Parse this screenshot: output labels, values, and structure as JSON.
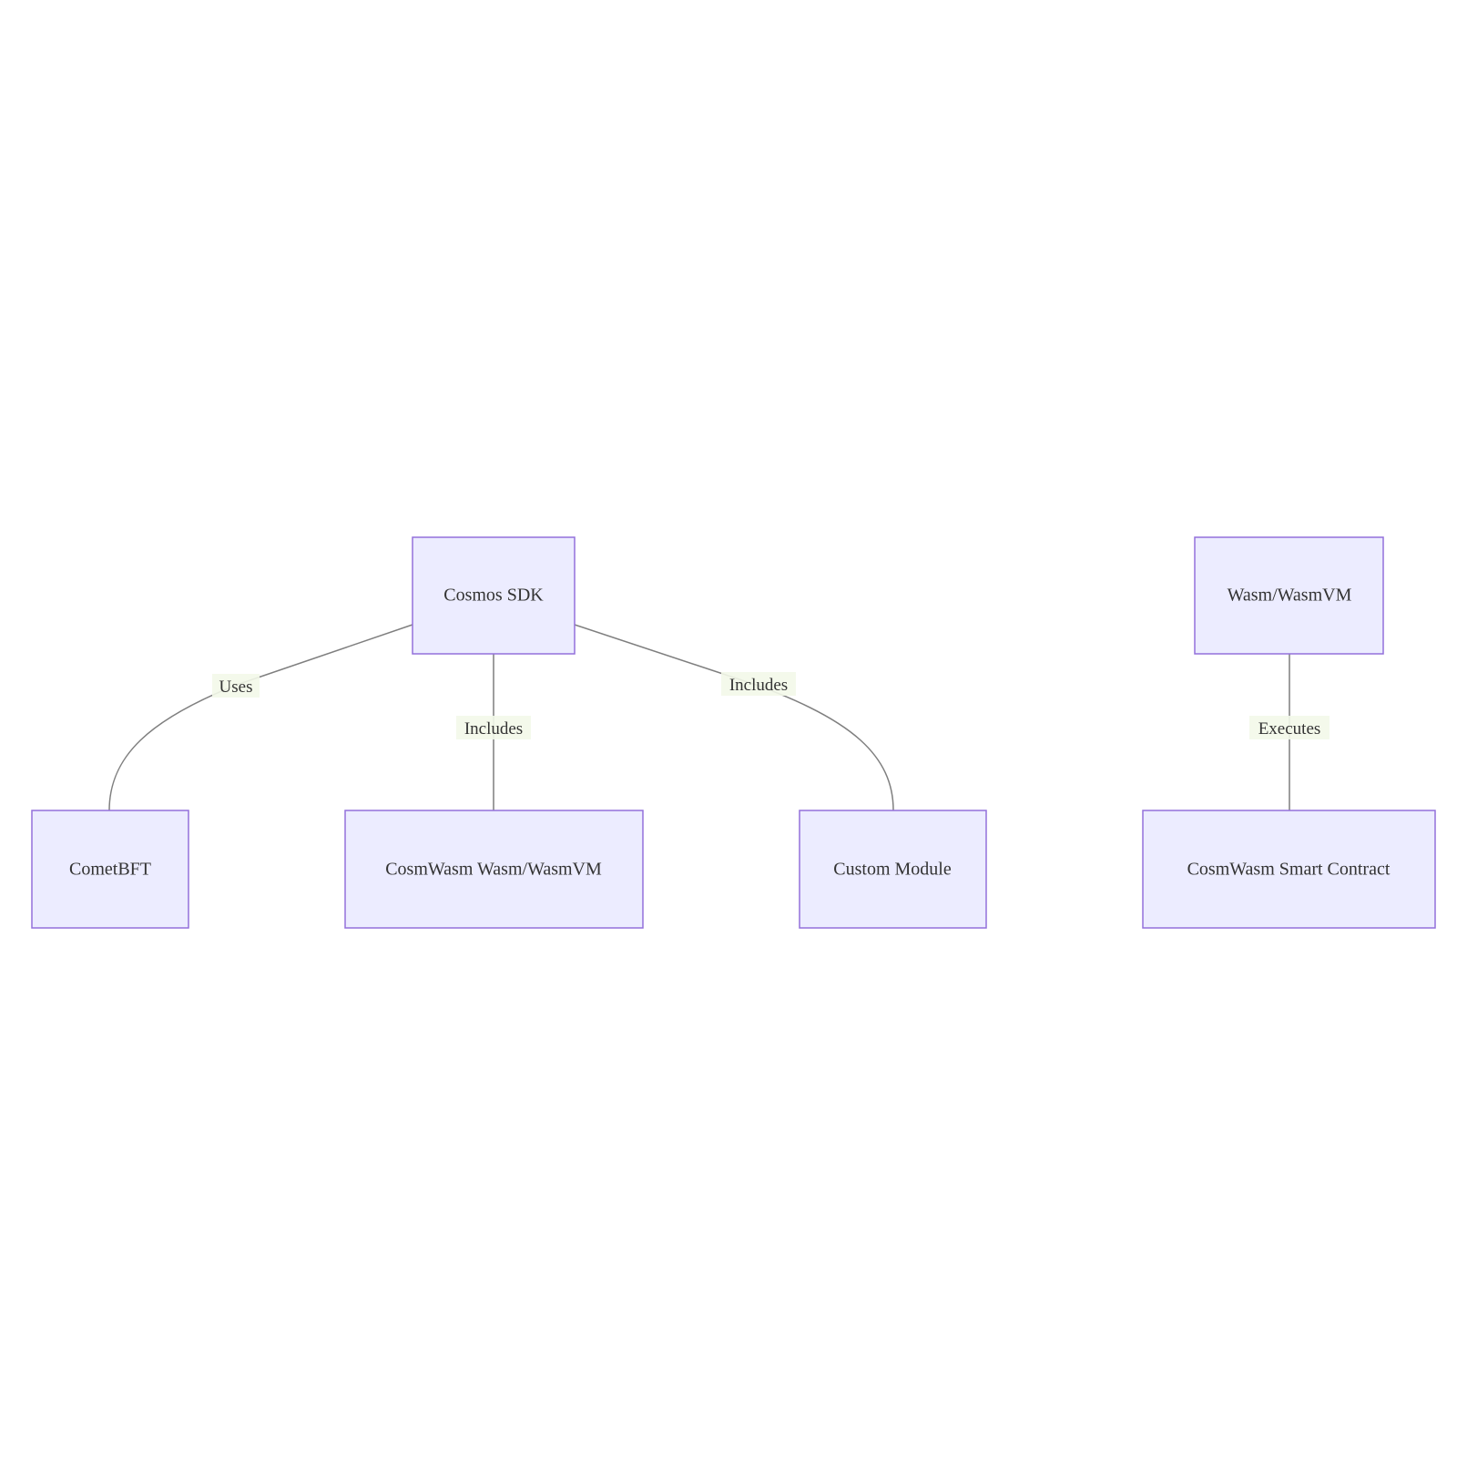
{
  "diagram": {
    "nodes": {
      "cosmos_sdk": "Cosmos SDK",
      "wasm_wasmvm": "Wasm/WasmVM",
      "cometbft": "CometBFT",
      "cosmwasm_wasm_wasmvm": "CosmWasm Wasm/WasmVM",
      "custom_module": "Custom Module",
      "cosmwasm_smart_contract": "CosmWasm Smart Contract"
    },
    "edges": {
      "sdk_to_cometbft": "Uses",
      "sdk_to_cosmwasm": "Includes",
      "sdk_to_custom": "Includes",
      "wasm_to_contract": "Executes"
    },
    "colors": {
      "node_fill": "#ececff",
      "node_stroke": "#9370db",
      "edge_stroke": "#7f7f7f",
      "label_background": "#f3f8e9",
      "text": "#333333"
    }
  }
}
